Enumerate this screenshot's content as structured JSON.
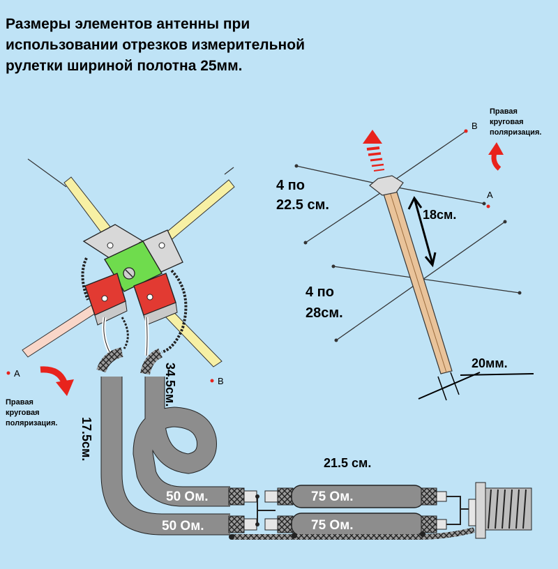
{
  "title": "Размеры элементов  антенны при использовании отрезков измерительной рулетки шириной полотна 25мм.",
  "labels": {
    "left_a": "A",
    "left_b": "B",
    "right_a": "A",
    "right_b": "B",
    "polarization_left": [
      "Правая",
      "круговая",
      "поляризация."
    ],
    "polarization_right": [
      "Правая",
      "круговая",
      "поляризация."
    ],
    "upper_elements": [
      "4 по",
      "22.5 см."
    ],
    "lower_elements": [
      "4 по",
      "28см."
    ],
    "boom_spacing": "18см.",
    "boom_width": "20мм.",
    "cable_17": "17.5см.",
    "cable_34": "34.5см.",
    "cable_21": "21.5 см.",
    "ohm_50_top": "50 Ом.",
    "ohm_50_bottom": "50 Ом.",
    "ohm_75_top": "75 Ом.",
    "ohm_75_bottom": "75 Ом."
  },
  "colors": {
    "background": "#bfe3f6",
    "arrow_red": "#e8231c",
    "hub_green": "#6fdc4d",
    "hub_red": "#e23a32",
    "cable_gray": "#8d8d8d",
    "tape_yellow": "#f7f0a4"
  }
}
